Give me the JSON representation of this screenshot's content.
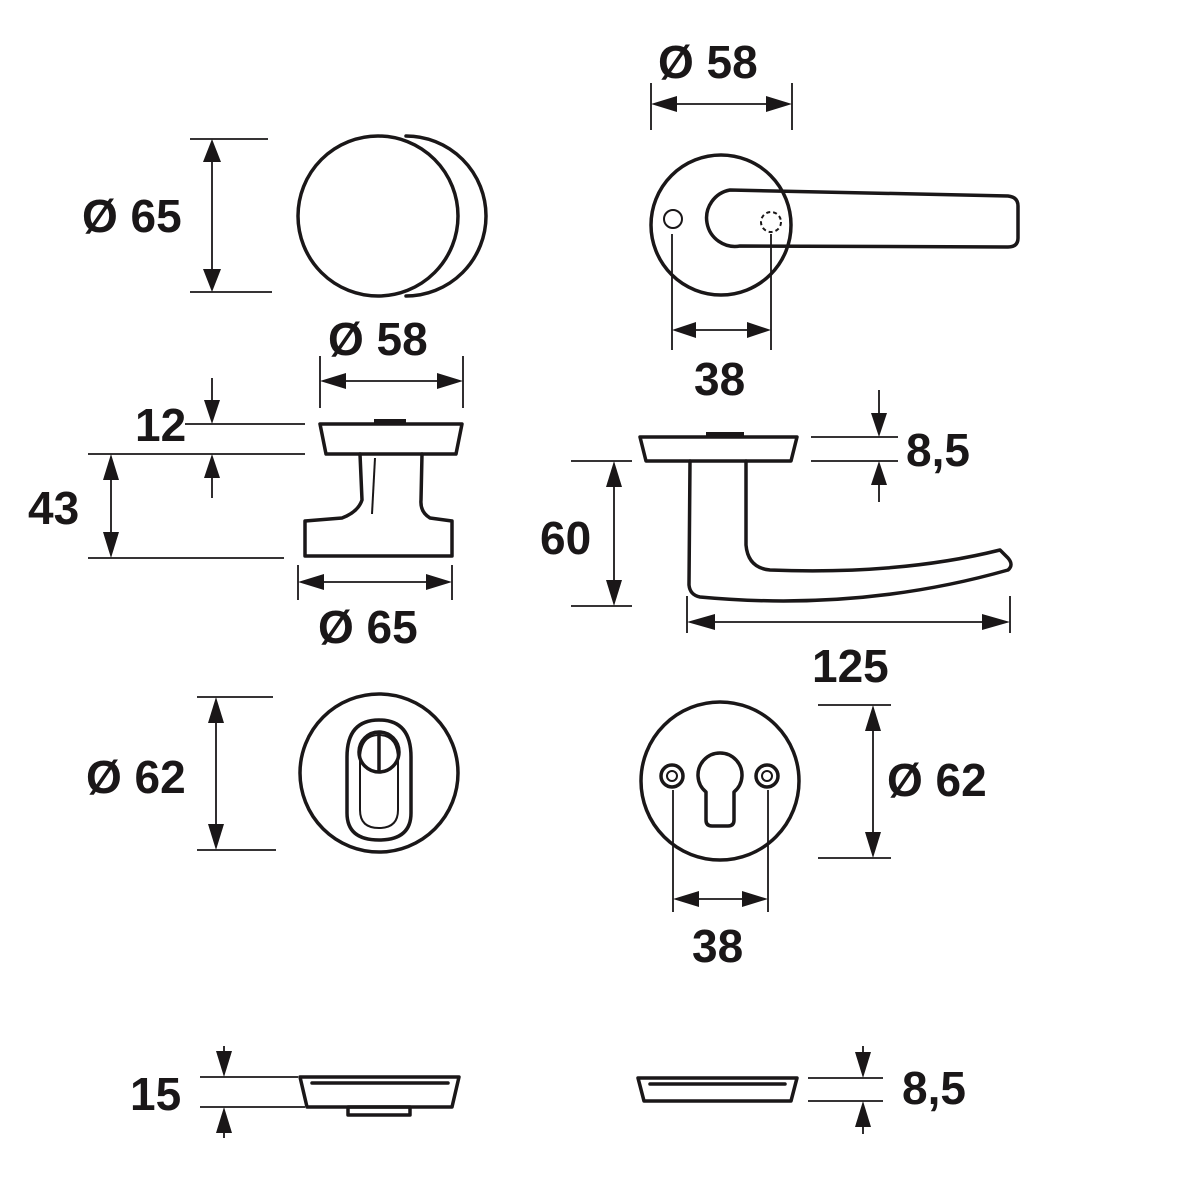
{
  "dimensions": {
    "knob_rose_diameter": "Ø 65",
    "lever_rose_diameter": "Ø 58",
    "lever_rose_hole_spacing": "38",
    "knob_side_rose_diameter": "Ø 58",
    "knob_rose_thickness": "12",
    "knob_height": "43",
    "knob_base_diameter": "Ø 65",
    "lever_rose_thickness": "8,5",
    "lever_height": "60",
    "lever_length": "125",
    "cylinder_escutcheon_left_diameter": "Ø 62",
    "cylinder_escutcheon_right_diameter": "Ø 62",
    "escutcheon_hole_spacing": "38",
    "escutcheon_left_thickness": "15",
    "escutcheon_right_thickness": "8,5"
  },
  "colors": {
    "line": "#1a1718",
    "background": "#ffffff"
  }
}
